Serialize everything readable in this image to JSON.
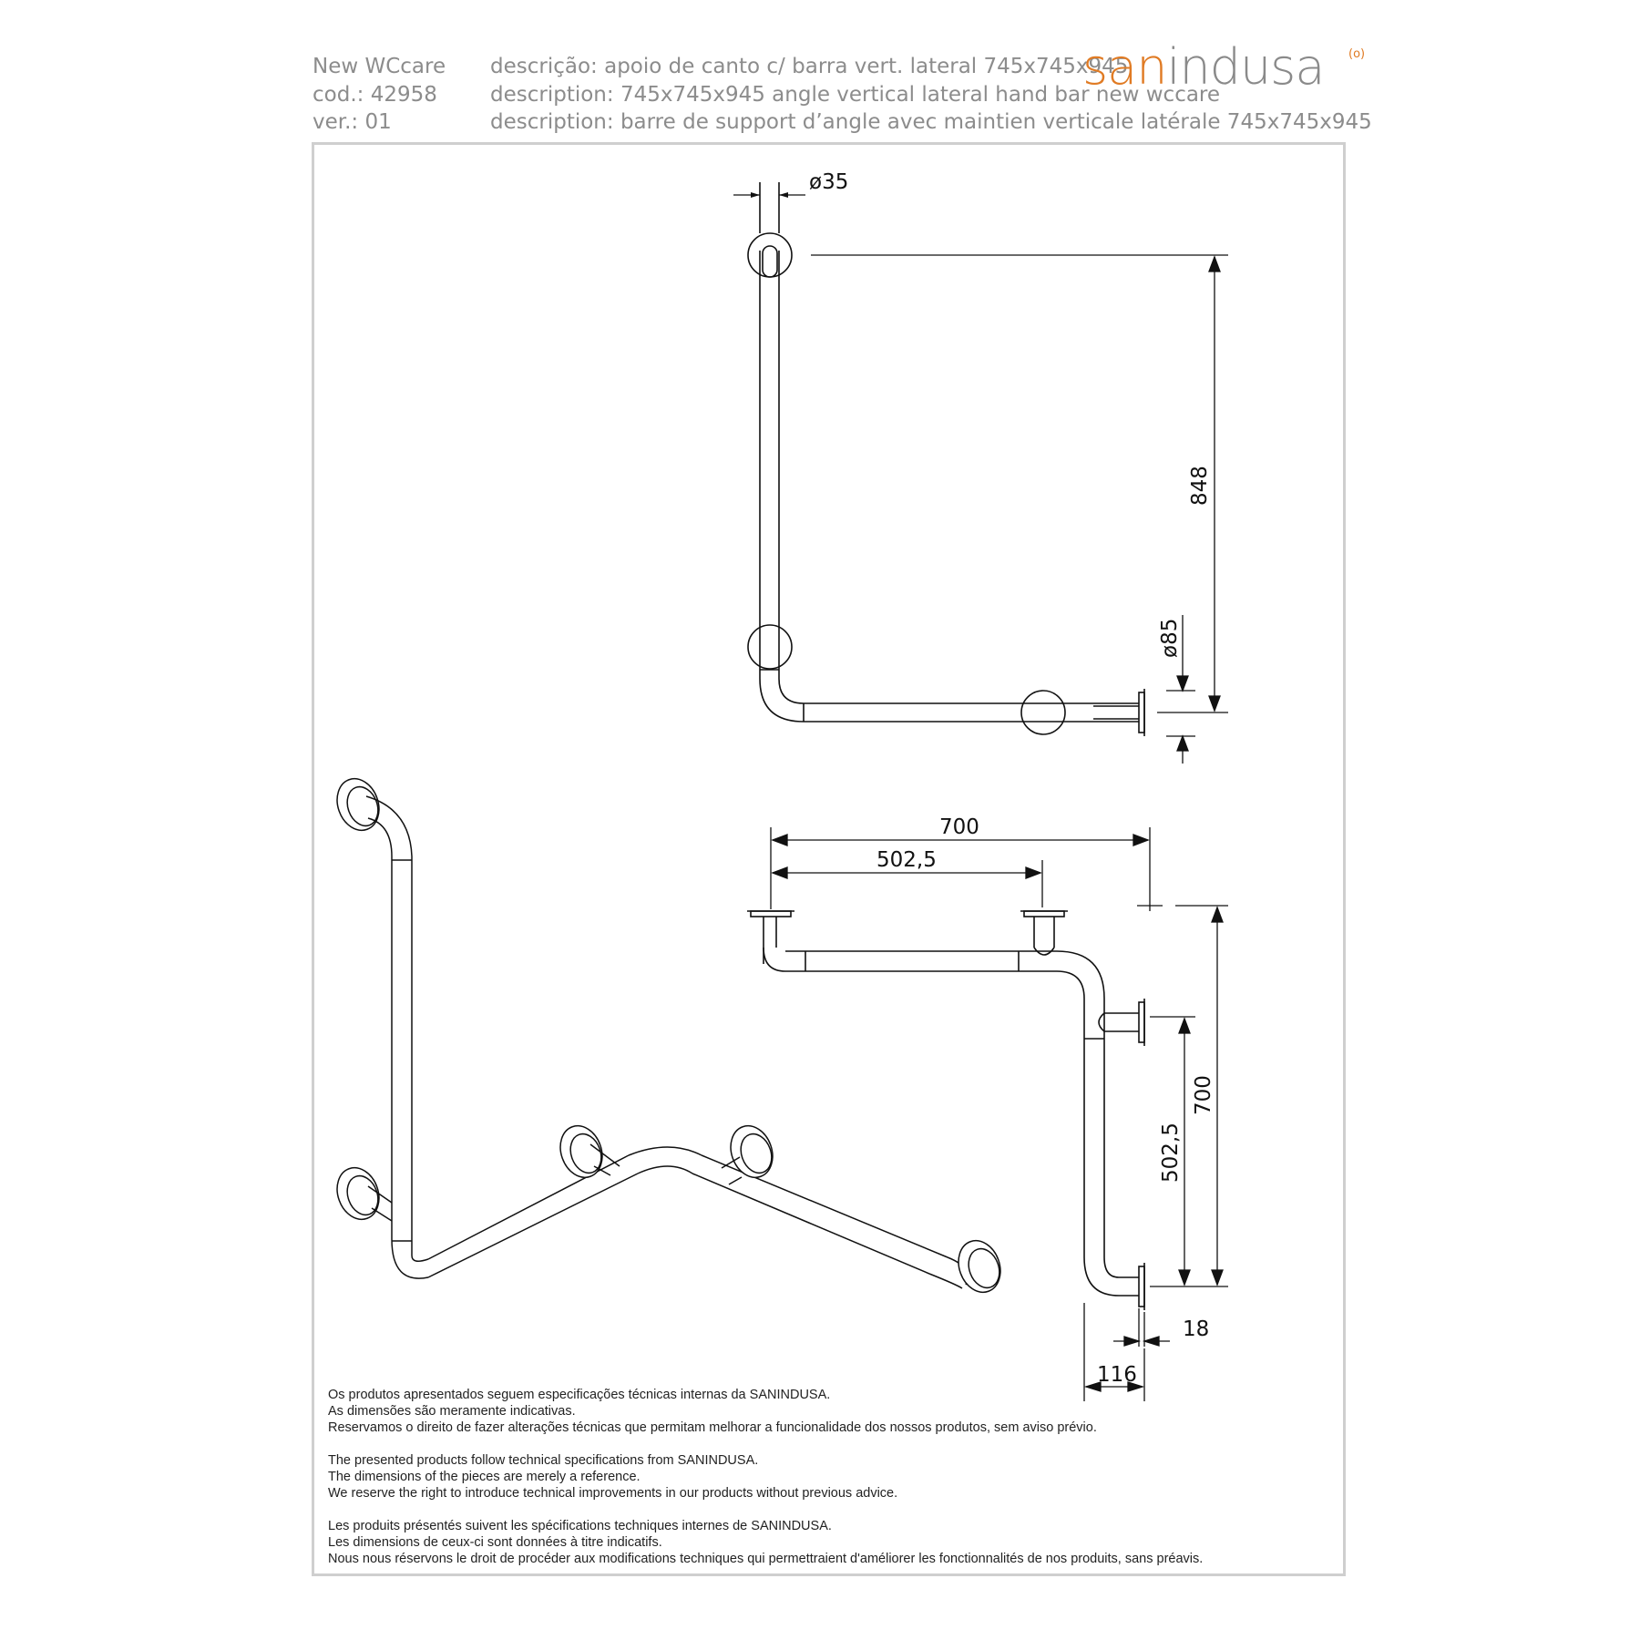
{
  "header": {
    "product": "New WCcare",
    "code": "cod.: 42958",
    "version": "ver.: 01",
    "desc_pt": "descrição: apoio de canto c/ barra vert. lateral 745x745x945",
    "desc_en": "description: 745x745x945 angle vertical lateral hand bar new wccare",
    "desc_fr": "description: barre de support d’angle avec maintien verticale latérale 745x745x945"
  },
  "logo": {
    "part1": "san",
    "part2": "indusa",
    "mark": "(o)",
    "accent_color": "#e07b24"
  },
  "dimensions": {
    "tube_diameter": "ø35",
    "height": "848",
    "rosette_diameter": "ø85",
    "top_length": "700",
    "top_offset": "502,5",
    "side_length": "700",
    "side_offset": "502,5",
    "rosette_thickness": "18",
    "depth": "116"
  },
  "notes": {
    "pt": [
      "Os produtos apresentados seguem especificações técnicas internas da SANINDUSA.",
      "As dimensões são meramente indicativas.",
      "Reservamos o direito de fazer alterações técnicas que permitam melhorar a funcionalidade dos nossos produtos, sem aviso prévio."
    ],
    "en": [
      "The presented products follow technical specifications from SANINDUSA.",
      "The dimensions of the pieces are merely a reference.",
      "We reserve the right to introduce technical improvements in our products without previous advice."
    ],
    "fr": [
      "Les produits présentés suivent les spécifications techniques internes de SANINDUSA.",
      "Les dimensions de ceux-ci sont données à titre indicatifs.",
      "Nous nous réservons le droit de procéder aux modifications techniques qui permettraient d'améliorer les fonctionnalités de nos produits, sans préavis."
    ]
  }
}
